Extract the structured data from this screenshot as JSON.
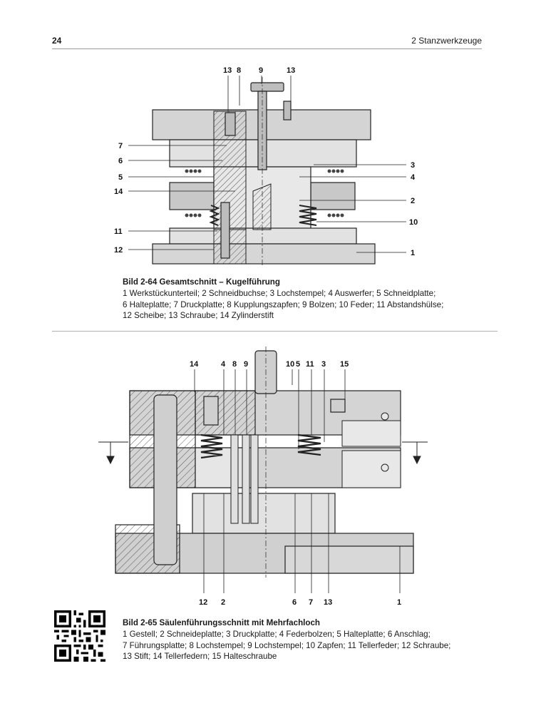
{
  "header": {
    "page_number": "24",
    "chapter": "2   Stanzwerkzeuge"
  },
  "figure1": {
    "title": "Bild 2-64   Gesamtschnitt – Kugelführung",
    "legend_lines": [
      "1 Werkstückunterteil;  2 Schneidbuchse;  3 Lochstempel;  4 Auswerfer;  5 Schneidplatte;",
      "6 Halteplatte;  7 Druckplatte;  8 Kupplungszapfen;  9 Bolzen;  10 Feder;  11 Abstandshülse;",
      "12 Scheibe;  13 Schraube;  14 Zylinderstift"
    ],
    "callouts": {
      "top_13a": "13",
      "top_8": "8",
      "top_9": "9",
      "top_13b": "13",
      "left_7": "7",
      "left_6": "6",
      "left_5": "5",
      "left_14": "14",
      "left_11": "11",
      "left_12": "12",
      "right_3": "3",
      "right_4": "4",
      "right_2": "2",
      "right_10": "10",
      "right_1": "1"
    }
  },
  "figure2": {
    "title": "Bild 2-65   Säulenführungsschnitt mit Mehrfachloch",
    "legend_lines": [
      "1 Gestell;  2 Schneideplatte;  3 Druckplatte;  4 Federbolzen;  5 Halteplatte;  6 Anschlag;",
      "7 Führungsplatte;  8 Lochstempel;  9 Lochstempel;  10  Zapfen;  11 Tellerfeder;  12 Schraube;",
      "13 Stift;  14 Tellerfedern;  15 Halteschraube"
    ],
    "callouts": {
      "top_14": "14",
      "top_4": "4",
      "top_8": "8",
      "top_9": "9",
      "top_10": "10",
      "top_5": "5",
      "top_11": "11",
      "top_3": "3",
      "top_15": "15",
      "bottom_12": "12",
      "bottom_2": "2",
      "bottom_6": "6",
      "bottom_7": "7",
      "bottom_13": "13",
      "bottom_1": "1"
    }
  },
  "qr_code": {
    "icon": "qr-code-icon"
  }
}
